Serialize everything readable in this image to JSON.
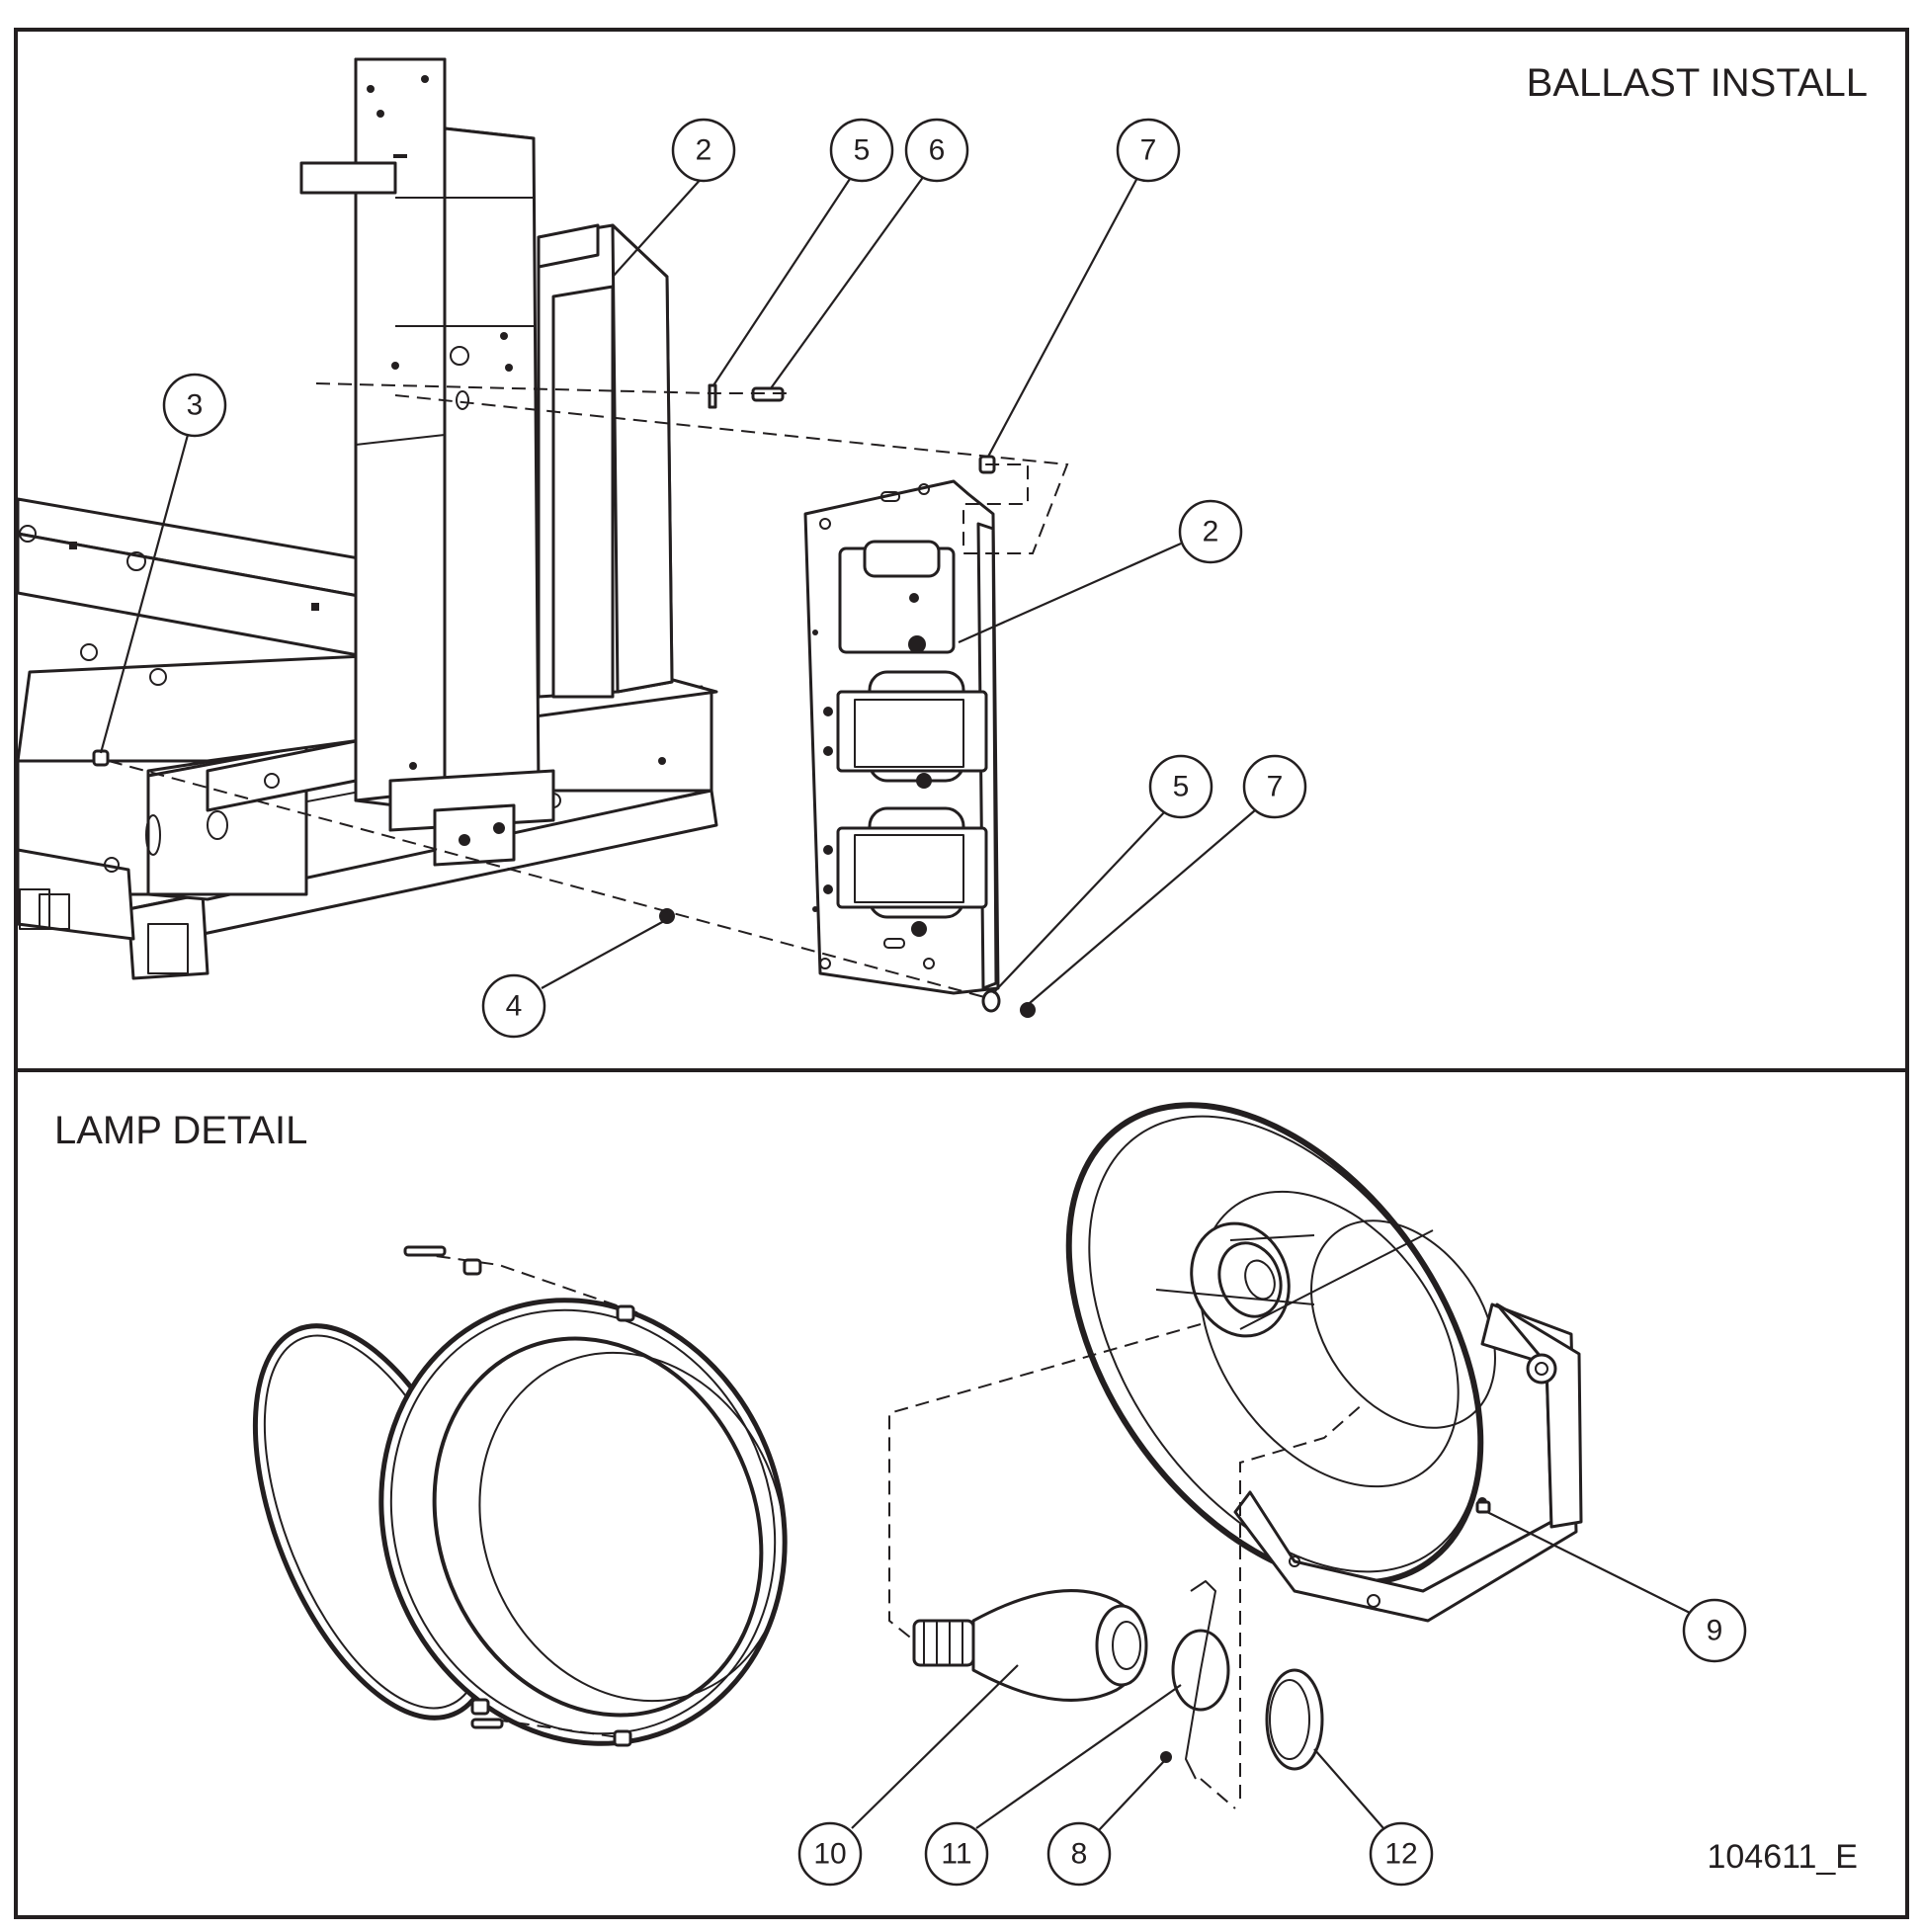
{
  "panels": [
    {
      "title": "BALLAST INSTALL"
    },
    {
      "title": "LAMP DETAIL"
    }
  ],
  "ballast_callouts": [
    "2",
    "5",
    "6",
    "7",
    "3",
    "2",
    "5",
    "7",
    "4"
  ],
  "lamp_callouts": [
    "9",
    "10",
    "11",
    "8",
    "12"
  ],
  "drawing_number": "104611_E"
}
